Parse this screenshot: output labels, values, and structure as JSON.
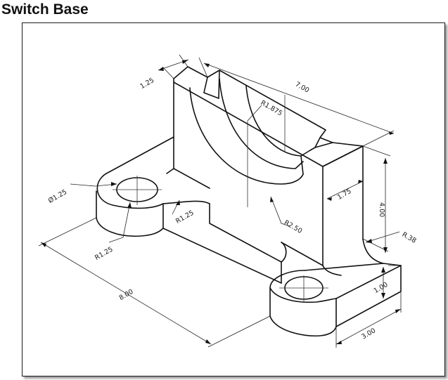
{
  "title": "Switch Base",
  "dimensions": {
    "d_125_top": "1.25",
    "d_700": "7.00",
    "d_r1875": "R1.875",
    "d_dia125": "Ø1.25",
    "d_r125_a": "R1.25",
    "d_r125_b": "R1.25",
    "d_175": "1.75",
    "d_400": "4.00",
    "d_r250": "R2.50",
    "d_r38": "R.38",
    "d_800": "8.00",
    "d_100": "1.00",
    "d_300": "3.00"
  }
}
